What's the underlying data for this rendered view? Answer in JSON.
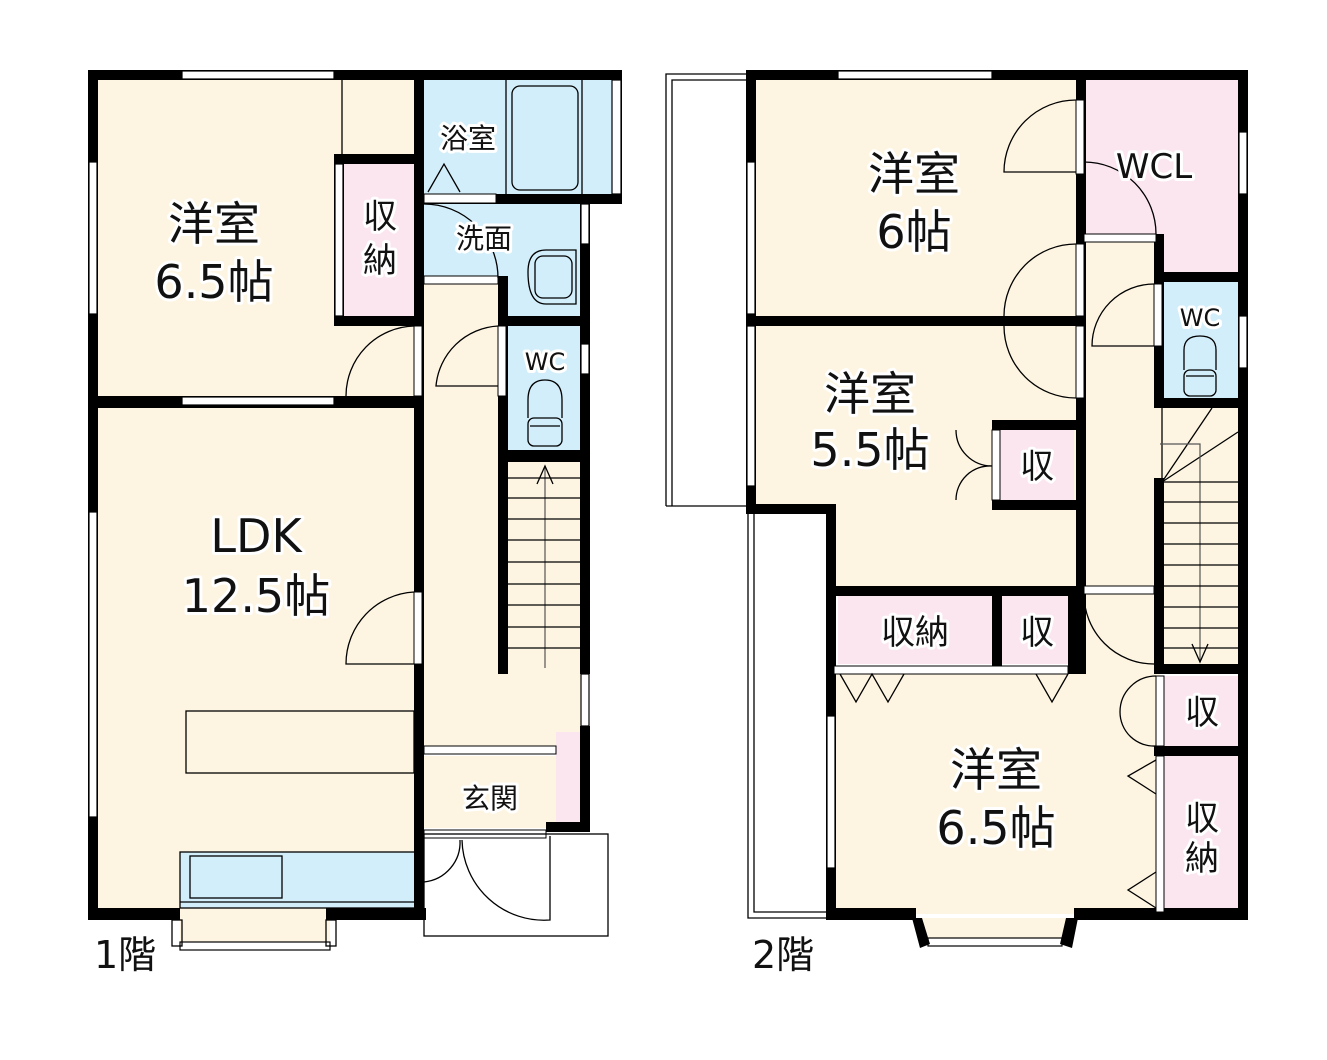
{
  "title": "Floor plan - 2 storey house",
  "colors": {
    "living": "#fdf5e2",
    "wet_area": "#d2eefa",
    "storage": "#fbe6ef",
    "wall": "#000000"
  },
  "floors": [
    {
      "label": "1階",
      "rooms": {
        "western_room": {
          "name": "洋室",
          "size": "6.5帖"
        },
        "storage": {
          "line1": "収",
          "line2": "納"
        },
        "bath": {
          "name": "浴室"
        },
        "washroom": {
          "name": "洗面"
        },
        "wc": {
          "name": "WC"
        },
        "ldk": {
          "name": "LDK",
          "size": "12.5帖"
        },
        "entrance": {
          "name": "玄関"
        }
      }
    },
    {
      "label": "2階",
      "rooms": {
        "western_room_a": {
          "name": "洋室",
          "size": "6帖"
        },
        "wcl": {
          "name": "WCL"
        },
        "wc": {
          "name": "WC"
        },
        "western_room_b": {
          "name": "洋室",
          "size": "5.5帖"
        },
        "storage_small_a": {
          "name": "収"
        },
        "storage_wide": {
          "name": "収納"
        },
        "storage_small_b": {
          "name": "収"
        },
        "storage_small_c": {
          "name": "収"
        },
        "western_room_c": {
          "name": "洋室",
          "size": "6.5帖"
        },
        "storage_tall": {
          "line1": "収",
          "line2": "納"
        }
      }
    }
  ]
}
